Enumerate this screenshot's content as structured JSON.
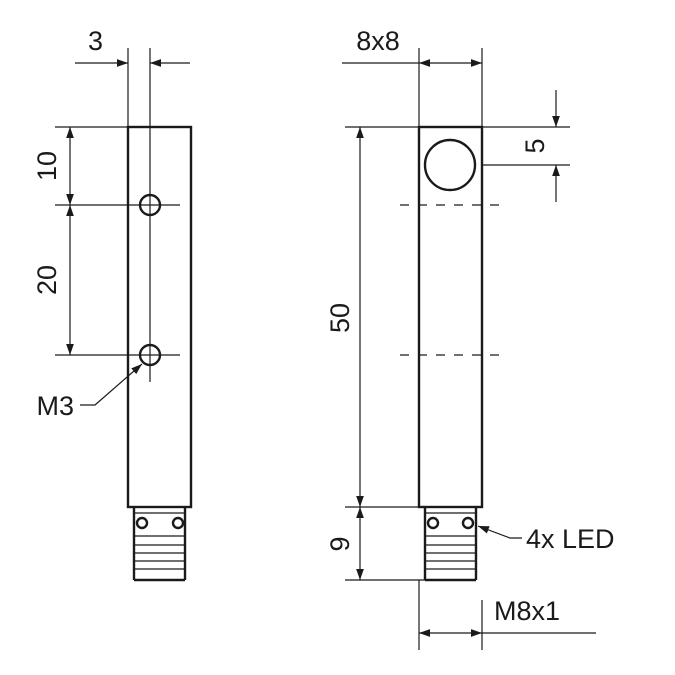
{
  "dimensions": {
    "side_width": "3",
    "top_offset": "10",
    "hole_spacing": "20",
    "thread_hole": "M3",
    "cross_section": "8x8",
    "face_offset": "5",
    "housing_length": "50",
    "connector_length": "9",
    "led_count": "4x LED",
    "connector_thread": "M8x1"
  },
  "colors": {
    "line": "#1a1a1a",
    "background": "#ffffff"
  }
}
